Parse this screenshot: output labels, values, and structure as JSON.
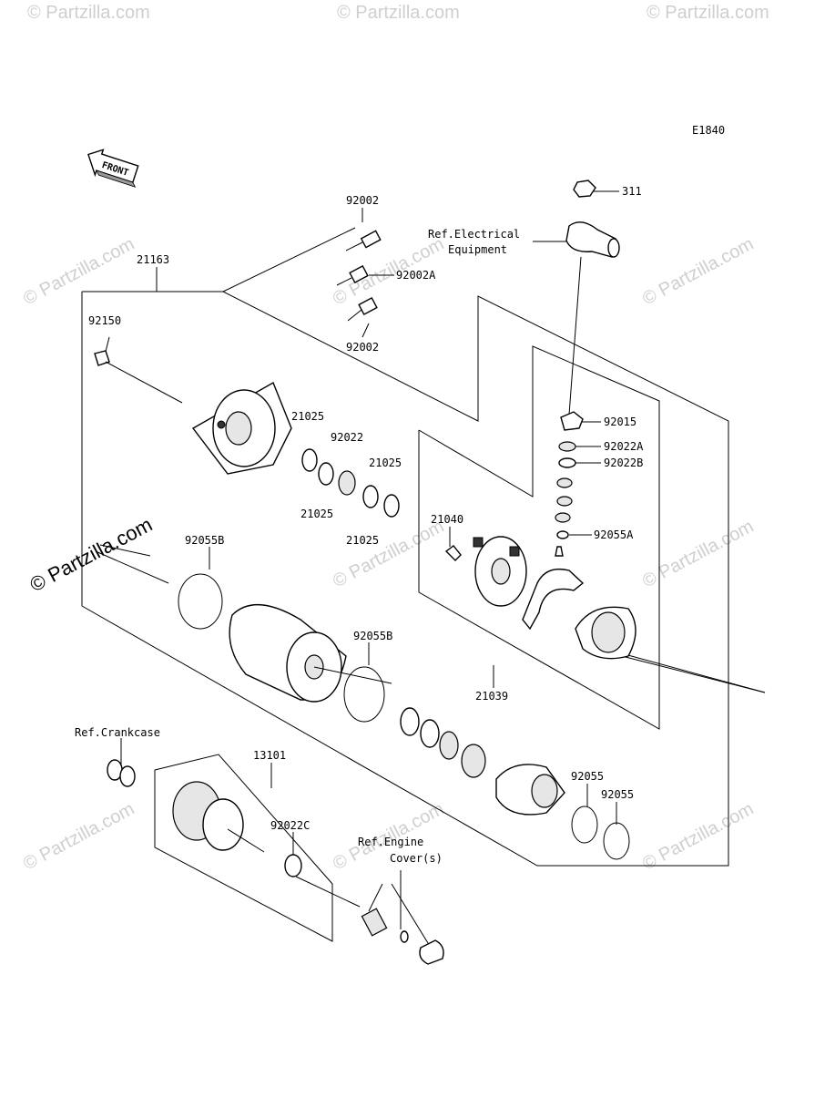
{
  "diagram": {
    "code": "E1840",
    "front_label": "FRONT",
    "watermark_text": "© Partzilla.com",
    "callouts": {
      "p311": "311",
      "ref_electrical_1": "Ref.Electrical",
      "ref_electrical_2": "Equipment",
      "p92002_top": "92002",
      "p92002a": "92002A",
      "p92002_bottom": "92002",
      "p21163": "21163",
      "p92150": "92150",
      "p92015": "92015",
      "p92022a": "92022A",
      "p92022b": "92022B",
      "p92055a": "92055A",
      "p21025_a": "21025",
      "p92022": "92022",
      "p21025_b": "21025",
      "p21025_c": "21025",
      "p21025_d": "21025",
      "p21040": "21040",
      "p92055b_left": "92055B",
      "p92055b_mid": "92055B",
      "p21039": "21039",
      "ref_crankcase": "Ref.Crankcase",
      "p13101": "13101",
      "p92022c": "92022C",
      "ref_engine_1": "Ref.Engine",
      "ref_engine_2": "Cover(s)",
      "p92055_a": "92055",
      "p92055_b": "92055"
    }
  }
}
